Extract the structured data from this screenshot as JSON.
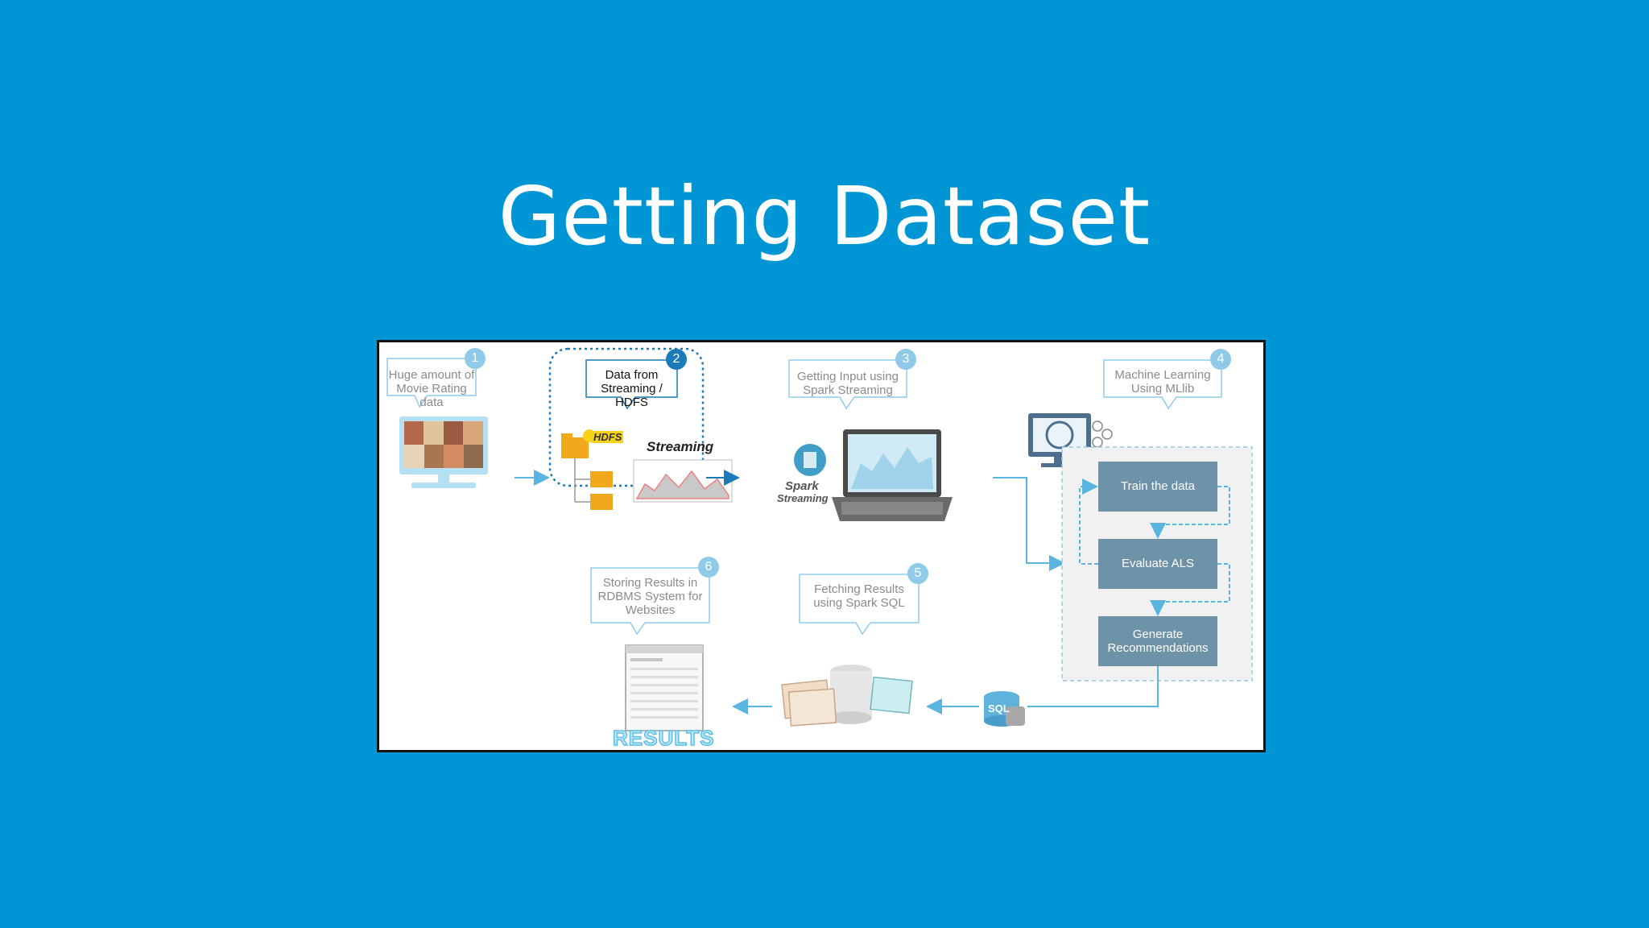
{
  "title": "Getting Dataset",
  "colors": {
    "background": "#0096d6",
    "accent": "#5ab4e0",
    "step_box": "#6e93a8",
    "dark_badge": "#1a7bb8"
  },
  "steps": [
    {
      "number": "1",
      "text_line1": "Huge amount of",
      "text_line2": "Movie Rating data",
      "icon": "monitor-icon"
    },
    {
      "number": "2",
      "text_line1": "Data from",
      "text_line2": "Streaming / HDFS",
      "icon": "hdfs-folder-icon"
    },
    {
      "number": "3",
      "text_line1": "Getting Input using",
      "text_line2": "Spark Streaming",
      "icon": "laptop-icon"
    },
    {
      "number": "4",
      "text_line1": "Machine Learning",
      "text_line2": "Using MLlib",
      "icon": "ml-computer-icon"
    },
    {
      "number": "5",
      "text_line1": "Fetching Results",
      "text_line2": "using Spark SQL",
      "icon": "database-tables-icon"
    },
    {
      "number": "6",
      "text_line1": "Storing Results in",
      "text_line2": "RDBMS System for",
      "text_line3": "Websites",
      "icon": "results-document-icon"
    }
  ],
  "labels": {
    "hdfs": "HDFS",
    "streaming": "Streaming",
    "spark": "Spark",
    "spark_streaming": "Streaming",
    "sql": "SQL",
    "results": "RESULTS"
  },
  "ml_boxes": {
    "train": "Train the data",
    "evaluate": "Evaluate ALS",
    "generate_line1": "Generate",
    "generate_line2": "Recommendations"
  }
}
